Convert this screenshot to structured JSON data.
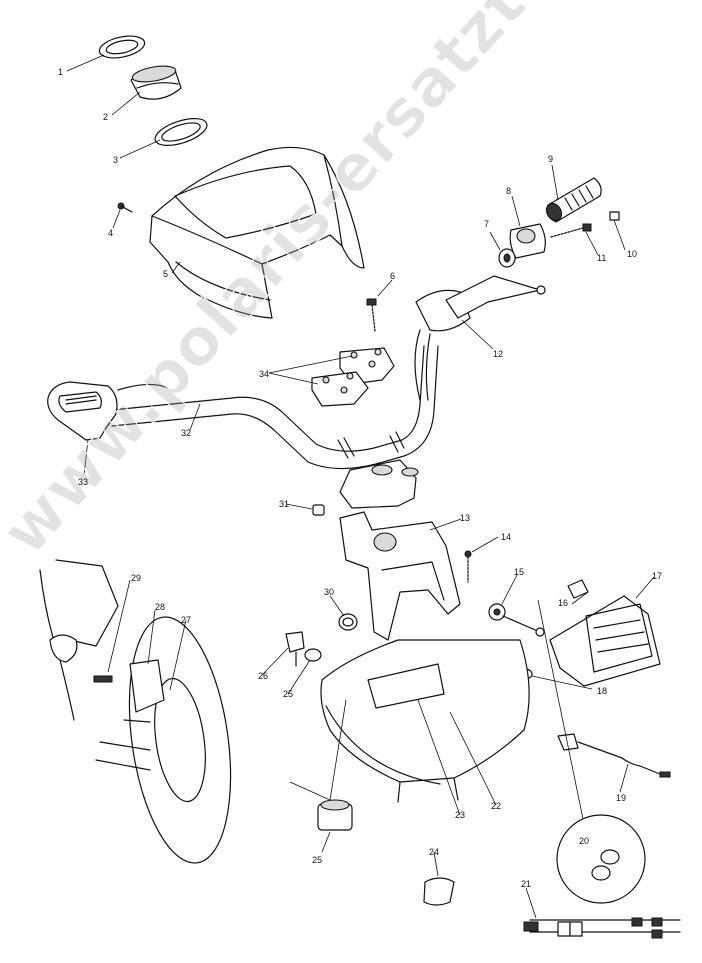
{
  "diagram": {
    "watermark": "www.polaris-ersatzteile.de",
    "callouts": [
      {
        "id": "c1",
        "text": "1"
      },
      {
        "id": "c2",
        "text": "2"
      },
      {
        "id": "c3",
        "text": "3"
      },
      {
        "id": "c4",
        "text": "4"
      },
      {
        "id": "c5",
        "text": "5"
      },
      {
        "id": "c6",
        "text": "6"
      },
      {
        "id": "c7",
        "text": "7"
      },
      {
        "id": "c8",
        "text": "8"
      },
      {
        "id": "c9",
        "text": "9"
      },
      {
        "id": "c10",
        "text": "10"
      },
      {
        "id": "c11",
        "text": "11"
      },
      {
        "id": "c12",
        "text": "12"
      },
      {
        "id": "c13",
        "text": "13"
      },
      {
        "id": "c14",
        "text": "14"
      },
      {
        "id": "c15",
        "text": "15"
      },
      {
        "id": "c16",
        "text": "16"
      },
      {
        "id": "c17",
        "text": "17"
      },
      {
        "id": "c18",
        "text": "18"
      },
      {
        "id": "c19",
        "text": "19"
      },
      {
        "id": "c20",
        "text": "20"
      },
      {
        "id": "c21",
        "text": "21"
      },
      {
        "id": "c22",
        "text": "22"
      },
      {
        "id": "c23",
        "text": "23"
      },
      {
        "id": "c24",
        "text": "24"
      },
      {
        "id": "c25a",
        "text": "25"
      },
      {
        "id": "c25b",
        "text": "25"
      },
      {
        "id": "c26",
        "text": "26"
      },
      {
        "id": "c27",
        "text": "27"
      },
      {
        "id": "c28",
        "text": "28"
      },
      {
        "id": "c29",
        "text": "29"
      },
      {
        "id": "c30",
        "text": "30"
      },
      {
        "id": "c31",
        "text": "31"
      },
      {
        "id": "c32",
        "text": "32"
      },
      {
        "id": "c33",
        "text": "33"
      },
      {
        "id": "c34",
        "text": "34"
      }
    ]
  }
}
